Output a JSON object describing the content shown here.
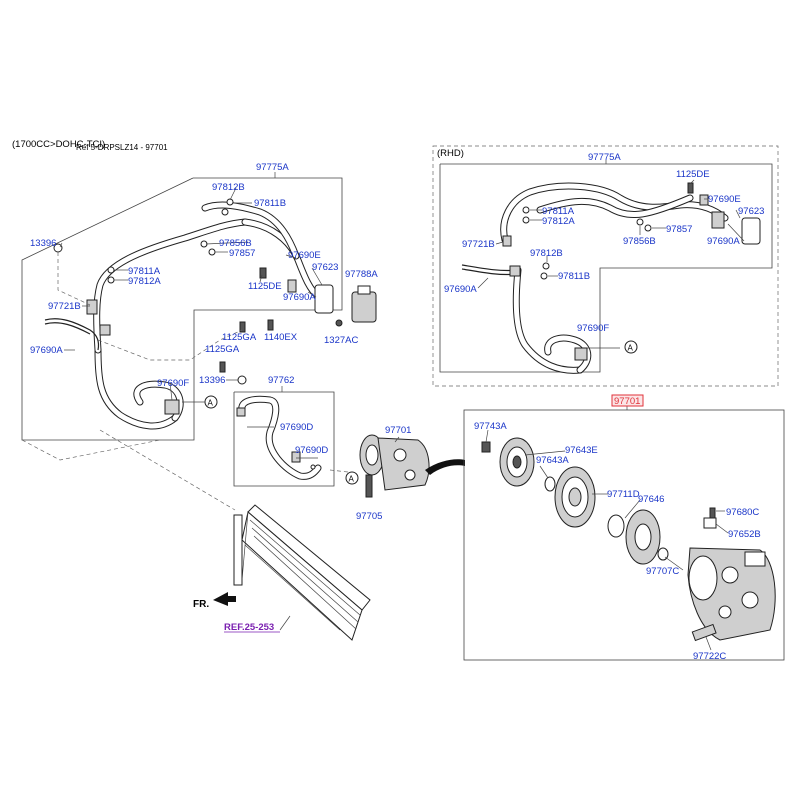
{
  "header": {
    "engine": "(1700CC>DOHC-TCI)",
    "ref_code": "Ref 5-DRPSLZ14 - 97701"
  },
  "rhd_label": "(RHD)",
  "fr_label": "FR.",
  "ref_link": "REF.25-253",
  "highlight_color": "#e0323a",
  "label_color": "#1a35c8",
  "labels": {
    "p97775A_left": "97775A",
    "p97812B_left": "97812B",
    "p97811B_left": "97811B",
    "p13396_a": "13396",
    "p97856B_left": "97856B",
    "p97857_left": "97857",
    "p97690E_left": "97690E",
    "p97623_left": "97623",
    "p97811A_left": "97811A",
    "p97812A_left": "97812A",
    "p1125DE_left": "1125DE",
    "p97690A_left2": "97690A",
    "p97788A": "97788A",
    "p97721B_left": "97721B",
    "p1125GA_a": "1125GA",
    "p1140EX": "1140EX",
    "p1327AC": "1327AC",
    "p97690A_left": "97690A",
    "p1125GA_b": "1125GA",
    "p13396_b": "13396",
    "p97762": "97762",
    "p97690F_left": "97690F",
    "p97690D_a": "97690D",
    "p97690D_b": "97690D",
    "p97701_left": "97701",
    "p97705": "97705",
    "p97775A_rhd": "97775A",
    "p1125DE_rhd": "1125DE",
    "p97690E_rhd": "97690E",
    "p97811A_rhd": "97811A",
    "p97812A_rhd": "97812A",
    "p97623_rhd": "97623",
    "p97857_rhd": "97857",
    "p97856B_rhd": "97856B",
    "p97690A_rhd2": "97690A",
    "p97721B_rhd": "97721B",
    "p97812B_rhd": "97812B",
    "p97811B_rhd": "97811B",
    "p97690A_rhd": "97690A",
    "p97690F_rhd": "97690F",
    "p97701_box": "97701",
    "p97743A": "97743A",
    "p97643E": "97643E",
    "p97643A": "97643A",
    "p97711D": "97711D",
    "p97646": "97646",
    "p97680C": "97680C",
    "p97652B": "97652B",
    "p97707C": "97707C",
    "p97722C": "97722C",
    "circleA": "A"
  }
}
